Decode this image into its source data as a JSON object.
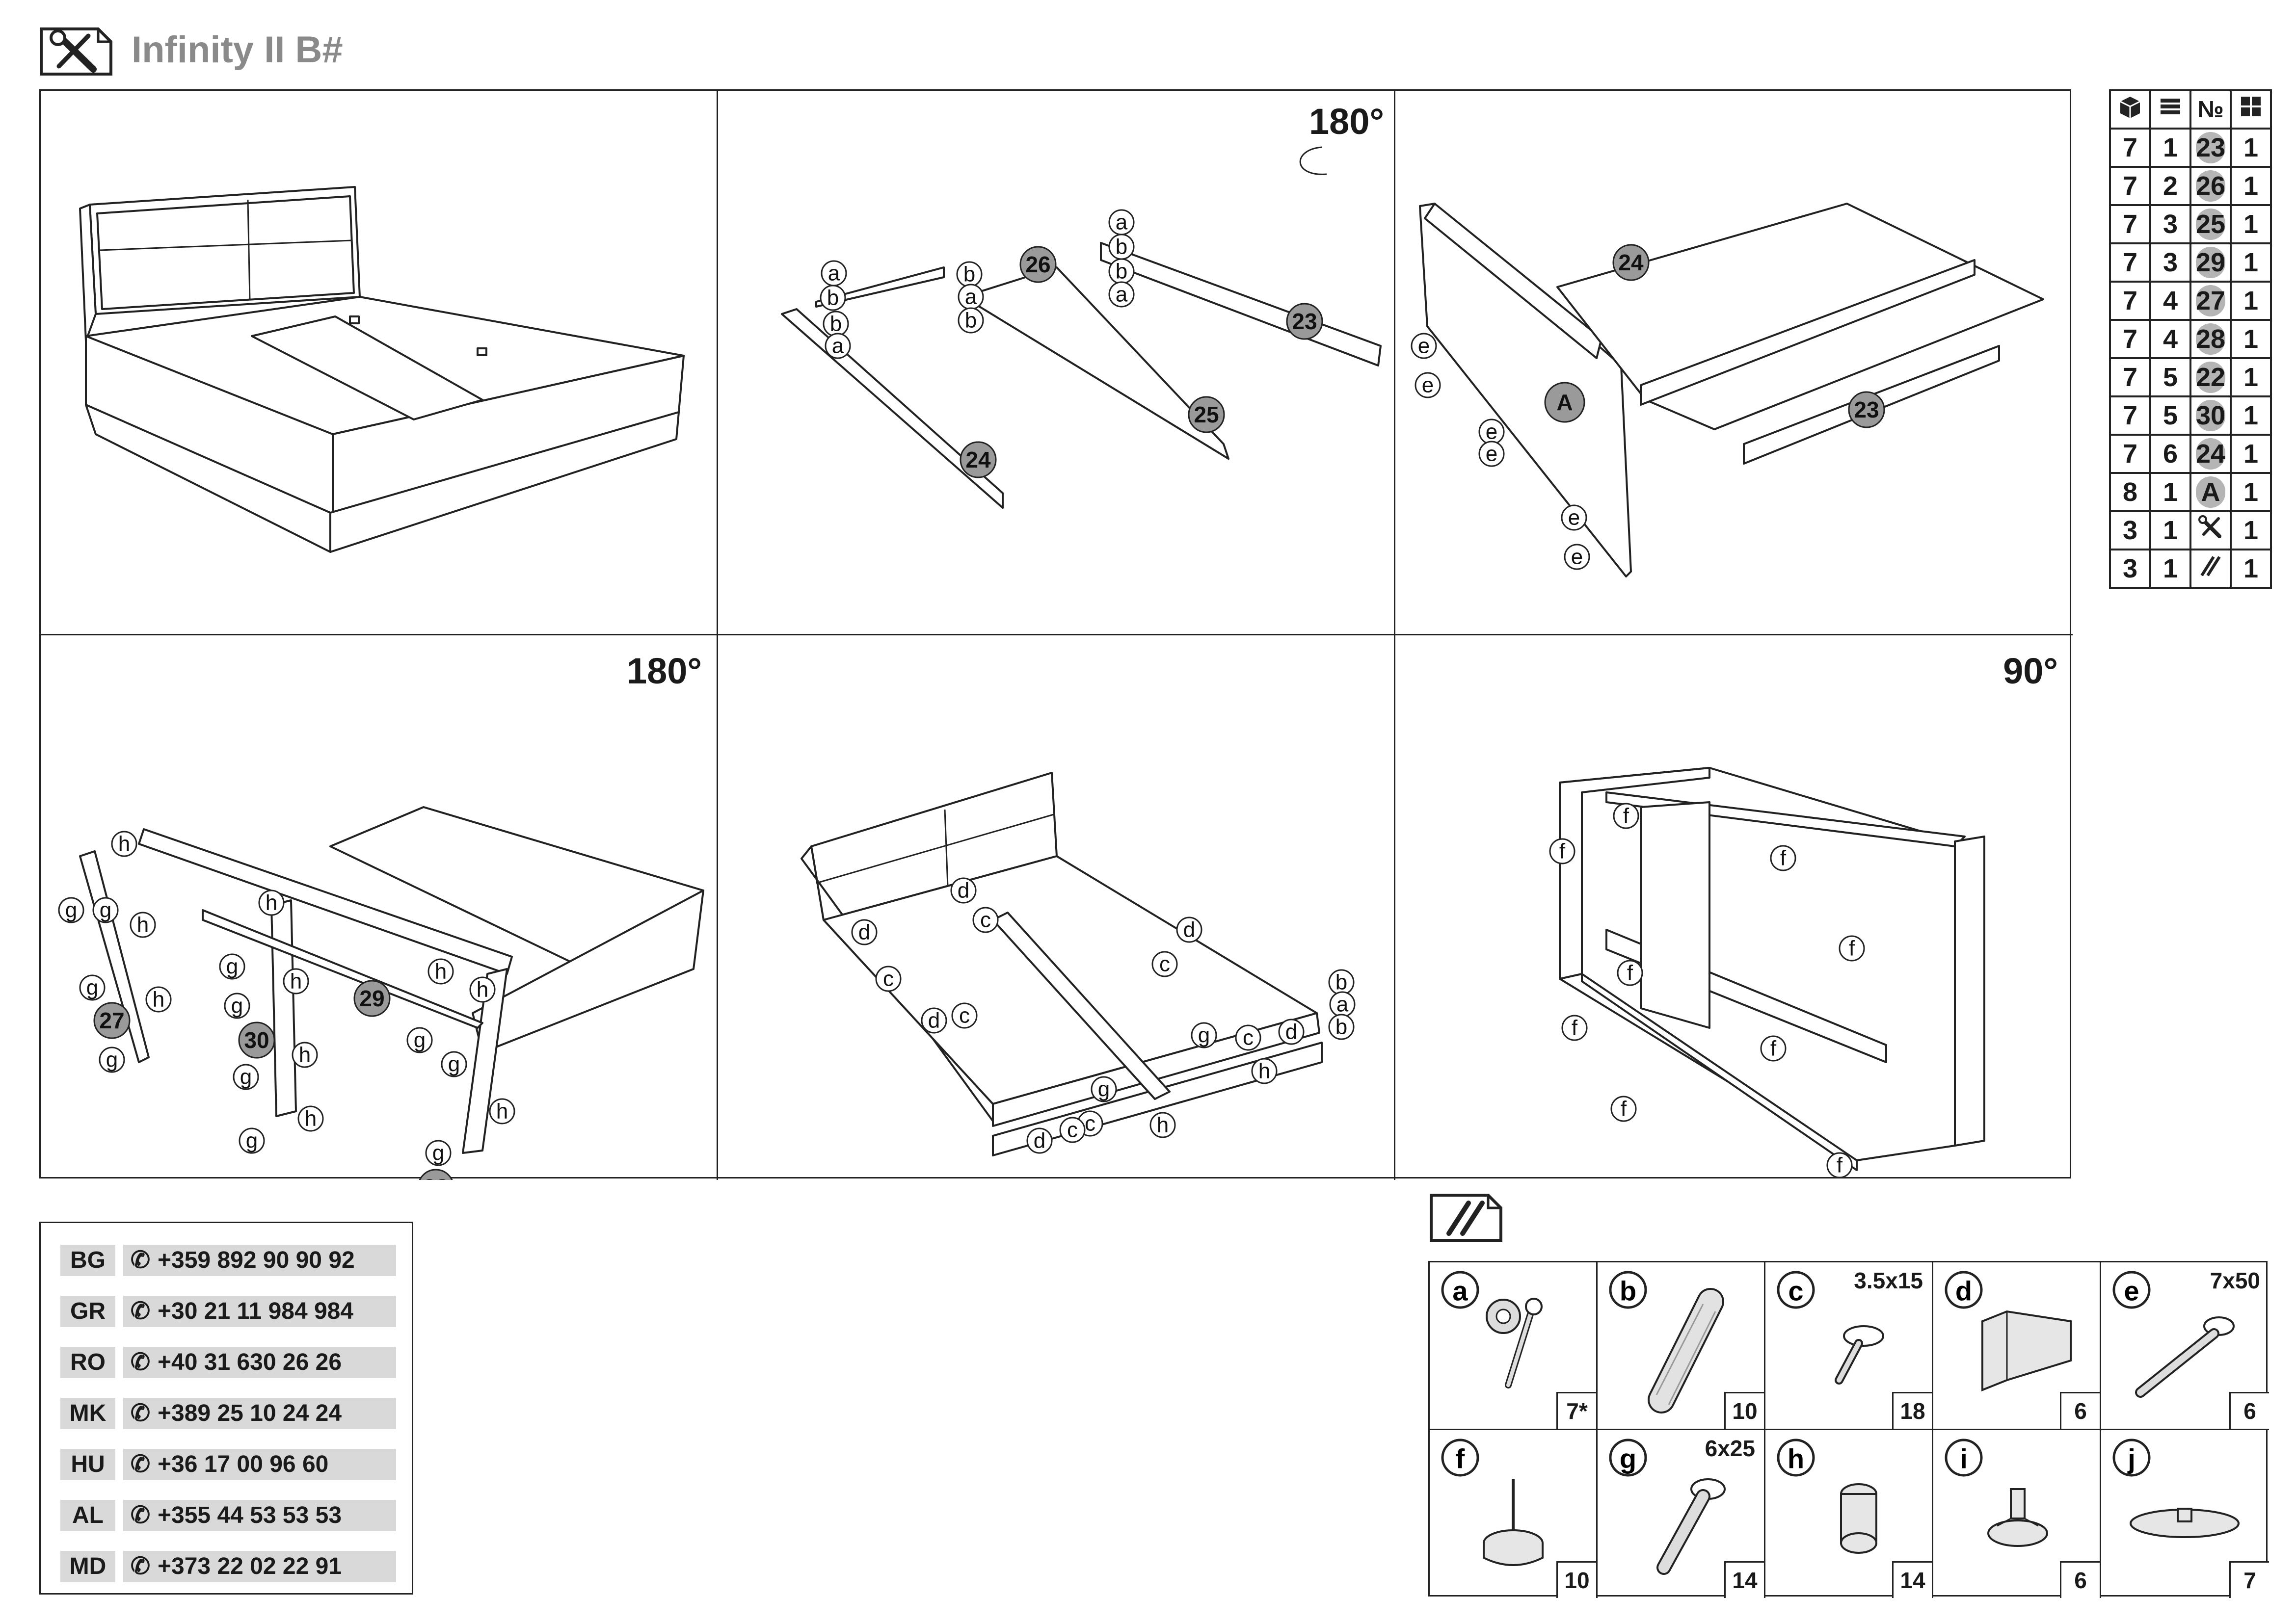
{
  "header": {
    "title": "Infinity II B#",
    "tools_icon": "tools-icon"
  },
  "steps": {
    "rotation_step2": "180°",
    "rotation_step4": "180°",
    "rotation_step6": "90°"
  },
  "parts_table": {
    "header_icons": [
      "package-icon",
      "stack-icon",
      "number-icon",
      "grid-count-icon"
    ],
    "header_no": "№",
    "rows": [
      {
        "package": "7",
        "box": "1",
        "part": "23",
        "qty": "1"
      },
      {
        "package": "7",
        "box": "2",
        "part": "26",
        "qty": "1"
      },
      {
        "package": "7",
        "box": "3",
        "part": "25",
        "qty": "1"
      },
      {
        "package": "7",
        "box": "3",
        "part": "29",
        "qty": "1"
      },
      {
        "package": "7",
        "box": "4",
        "part": "27",
        "qty": "1"
      },
      {
        "package": "7",
        "box": "4",
        "part": "28",
        "qty": "1"
      },
      {
        "package": "7",
        "box": "5",
        "part": "22",
        "qty": "1"
      },
      {
        "package": "7",
        "box": "5",
        "part": "30",
        "qty": "1"
      },
      {
        "package": "7",
        "box": "6",
        "part": "24",
        "qty": "1"
      },
      {
        "package": "8",
        "box": "1",
        "part": "A",
        "qty": "1"
      },
      {
        "package": "3",
        "box": "1",
        "part_icon": "tools-icon",
        "qty": "1"
      },
      {
        "package": "3",
        "box": "1",
        "part_icon": "hardware-icon",
        "qty": "1"
      }
    ]
  },
  "phones": [
    {
      "code": "BG",
      "number": "+359 892 90 90 92"
    },
    {
      "code": "GR",
      "number": "+30 21 11 984 984"
    },
    {
      "code": "RO",
      "number": "+40 31 630 26 26"
    },
    {
      "code": "MK",
      "number": "+389 25 10 24 24"
    },
    {
      "code": "HU",
      "number": "+36 17 00 96 60"
    },
    {
      "code": "AL",
      "number": "+355 44 53 53 53"
    },
    {
      "code": "MD",
      "number": "+373 22 02 22 91"
    }
  ],
  "hardware": [
    {
      "letter": "a",
      "size": "",
      "qty": "7*",
      "icon": "cam-lock-icon"
    },
    {
      "letter": "b",
      "size": "",
      "qty": "10",
      "icon": "dowel-icon"
    },
    {
      "letter": "c",
      "size": "3.5x15",
      "qty": "18",
      "icon": "short-screw-icon"
    },
    {
      "letter": "d",
      "size": "",
      "qty": "6",
      "icon": "angle-bracket-icon"
    },
    {
      "letter": "e",
      "size": "7x50",
      "qty": "6",
      "icon": "confirmat-screw-icon"
    },
    {
      "letter": "f",
      "size": "",
      "qty": "10",
      "icon": "glide-nail-icon"
    },
    {
      "letter": "g",
      "size": "6x25",
      "qty": "14",
      "icon": "bolt-icon"
    },
    {
      "letter": "h",
      "size": "",
      "qty": "14",
      "icon": "insert-nut-icon"
    },
    {
      "letter": "i",
      "size": "",
      "qty": "6",
      "icon": "support-cap-icon"
    },
    {
      "letter": "j",
      "size": "",
      "qty": "7",
      "icon": "disc-support-icon"
    }
  ]
}
